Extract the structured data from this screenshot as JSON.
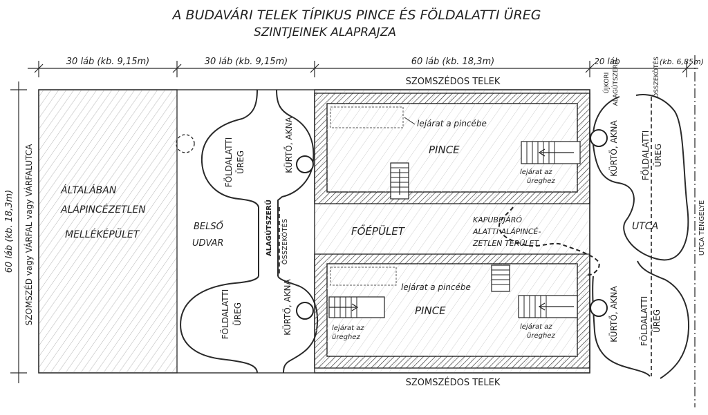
{
  "title": {
    "line1": "A BUDAVÁRI TELEK TÍPIKUS PINCE ÉS FÖLDALATTI ÜREG",
    "line2": "SZINTJEINEK ALAPRAJZA"
  },
  "dimensions": {
    "seg1": "30 láb (kb. 9,15m)",
    "seg2": "30 láb (kb. 9,15m)",
    "seg3": "60 láb (kb. 18,3m)",
    "seg4": "20 láb",
    "seg4b": "(kb. 6,85m)",
    "side": "60 láb (kb. 18,3m)"
  },
  "edges": {
    "top_neighbor": "SZOMSZÉDOS TELEK",
    "bottom_neighbor": "SZOMSZÉDOS TELEK",
    "left_neighbor": "SZOMSZÉD vagy VÁRFAL vagy VÁRFALUTCA",
    "street_axis": "UTCA TENGELYE"
  },
  "labels": {
    "outbuilding": [
      "ÁLTALÁBAN",
      "ALÁPINCÉZETLEN",
      "MELLÉKÉPÜLET"
    ],
    "courtyard": [
      "BELSŐ",
      "UDVAR"
    ],
    "main_building": "FŐÉPÜLET",
    "street": "UTCA",
    "cellar": "PINCE",
    "cavity_upper": [
      "FÖLDALATTI",
      "ÜREG"
    ],
    "cavity_lower": [
      "FÖLDALATTI",
      "ÜREG"
    ],
    "cavity_right_upper": [
      "FÖLDALATTI",
      "ÜREG"
    ],
    "cavity_right_lower": [
      "FÖLDALATTI",
      "ÜREG"
    ],
    "shaft": "KÜRTŐ, AKNA",
    "tunnel": "ALAGÚTSZERŰ",
    "connection": "ÖSSZEKÖTÉS",
    "former_tunnel": [
      "ÚJKORI",
      "ALAGÚTSZERŰ"
    ],
    "entrance_cellar": "lejárat a pincébe",
    "entrance_cavity": [
      "lejárat az",
      "üreghez"
    ],
    "gate": [
      "KAPUBEJÁRÓ",
      "ALATTI ALÁPINCÉ-",
      "ZETLEN TERÜLET"
    ]
  }
}
